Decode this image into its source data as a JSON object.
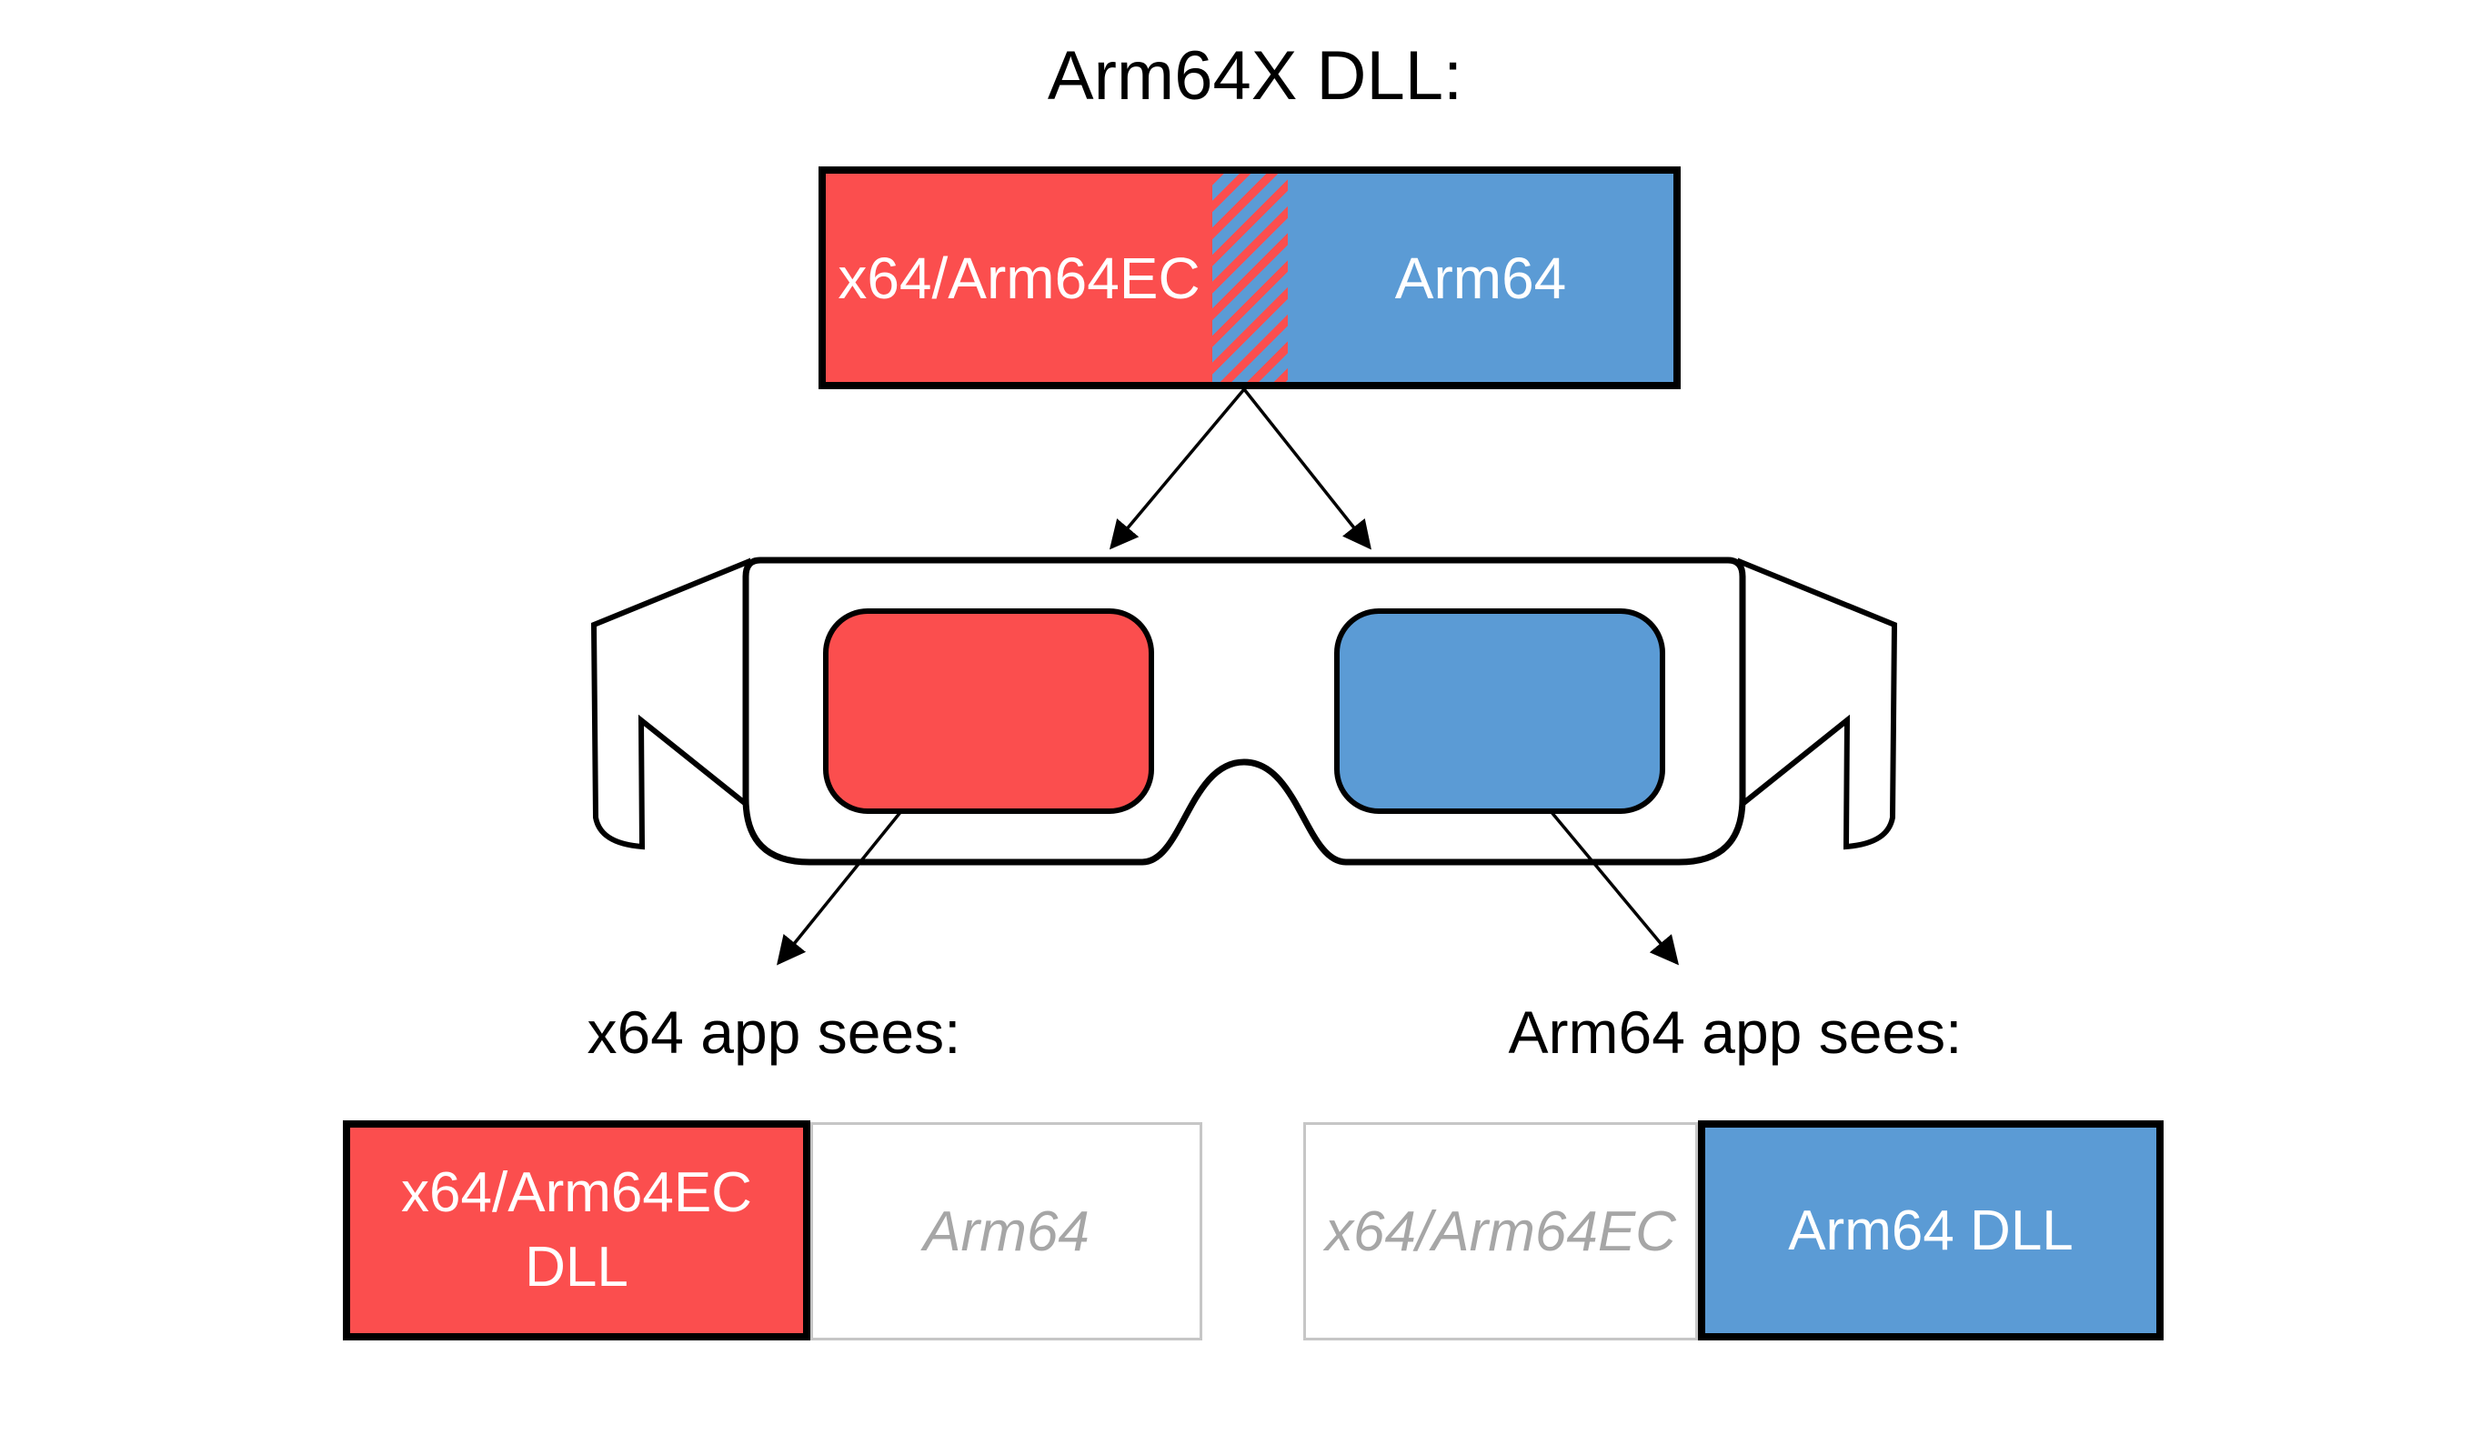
{
  "diagram": {
    "title": "Arm64X DLL:",
    "bar": {
      "ec_label": "x64/Arm64EC",
      "arm64_label": "Arm64"
    },
    "x64_view": {
      "title": "x64 app sees:",
      "dll_line1": "x64/Arm64EC",
      "dll_line2": "DLL",
      "ghost_label": "Arm64"
    },
    "arm64_view": {
      "title": "Arm64 app sees:",
      "ghost_label": "x64/Arm64EC",
      "dll_label": "Arm64 DLL"
    },
    "graphics": {
      "glasses_icon": "anaglyph-3d-glasses",
      "hatch_pattern": "diagonal-red-blue-stripes"
    },
    "colors": {
      "red": "#FB4E4E",
      "blue": "#5B9BD5",
      "ghost_text": "#A6A6A6",
      "ghost_border": "#C6C6C6",
      "outline": "#000000",
      "background": "#FFFFFF"
    }
  }
}
